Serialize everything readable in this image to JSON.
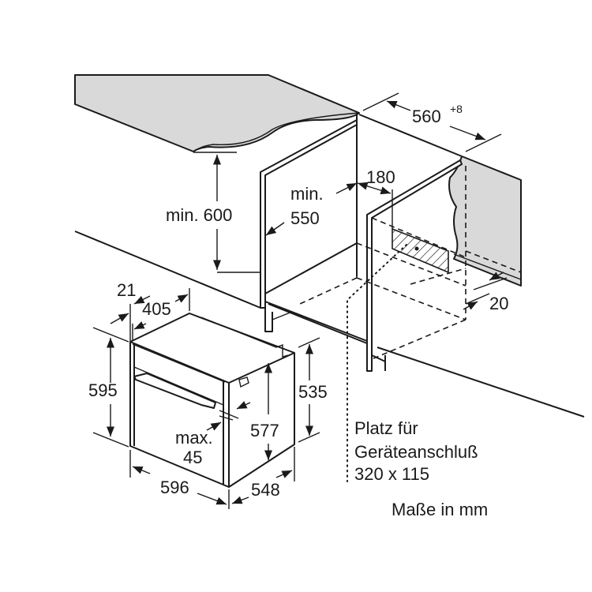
{
  "title": "Oven installation diagram",
  "colors": {
    "line": "#1a1a1a",
    "surface": "#d9d9d9",
    "background": "#ffffff"
  },
  "cabinet": {
    "min_height_label": "min. 600",
    "min_depth_label_1": "min.",
    "min_depth_label_2": "550",
    "gap_label": "180",
    "width_label": "560",
    "width_tolerance": "+8",
    "side_label": "20"
  },
  "oven": {
    "front_depth": "21",
    "top_depth": "405",
    "height": "595",
    "side_height": "535",
    "inner_height": "577",
    "handle_label_1": "max.",
    "handle_label_2": "45",
    "width": "596",
    "depth": "548"
  },
  "notes": {
    "connection_1": "Platz für",
    "connection_2": "Geräteanschluß",
    "connection_3": "320 x 115",
    "units": "Maße in mm"
  }
}
